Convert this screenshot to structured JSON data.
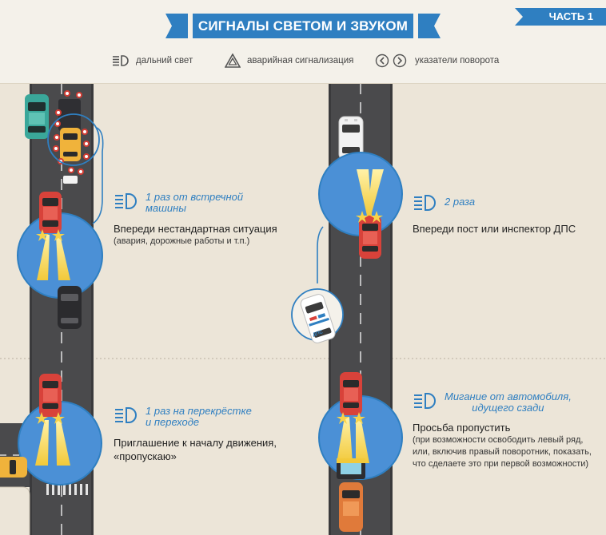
{
  "header": {
    "title": "СИГНАЛЫ СВЕТОМ И ЗВУКОМ",
    "part": "ЧАСТЬ 1",
    "legend": [
      {
        "icon": "high-beam-icon",
        "label": "дальний свет"
      },
      {
        "icon": "hazard-triangle-icon",
        "label": "аварийная сигнализация"
      },
      {
        "icon": "turn-signal-arrows-icon",
        "label": "указатели поворота"
      }
    ]
  },
  "colors": {
    "accent": "#2f7fc1",
    "road": "#4a4a4c",
    "background": "#ece5d8",
    "beam": "#f7d34a",
    "car_red": "#d8423a"
  },
  "situations": [
    {
      "signal": "1 раз от встречной\nмашины",
      "description": "Впереди нестандартная ситуация",
      "note": "(авария, дорожные работы и т.п.)"
    },
    {
      "signal": "2 раза",
      "description": "Впереди пост или инспектор ДПС",
      "note": ""
    },
    {
      "signal": "1 раз на перекрёстке\nи переходе",
      "description": "Приглашение к началу движения,\n«пропускаю»",
      "note": ""
    },
    {
      "signal": "Мигание от автомобиля,\nидущего сзади",
      "description": "Просьба пропустить",
      "note": "(при возможности освободить левый ряд, или, включив правый поворотник, показать, что сделаете это при первой возможности)"
    }
  ],
  "police_car_label": "ДПС"
}
